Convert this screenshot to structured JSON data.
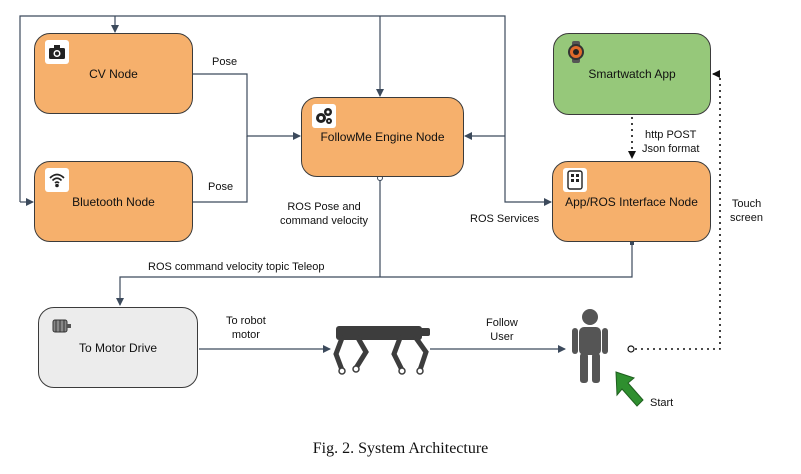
{
  "nodes": {
    "cv": "CV Node",
    "bluetooth": "Bluetooth Node",
    "engine": "FollowMe Engine Node",
    "smartwatch": "Smartwatch App",
    "interface": "App/ROS Interface Node",
    "motor": "To Motor Drive"
  },
  "edge_labels": {
    "pose_cv": "Pose",
    "pose_bt": "Pose",
    "ros_pose_line1": "ROS Pose and",
    "ros_pose_line2": "command velocity",
    "ros_services": "ROS Services",
    "http_line1": "http POST",
    "http_line2": "Json format",
    "touch_line1": "Touch",
    "touch_line2": "screen",
    "teleop": "ROS command velocity topic Teleop",
    "to_robot_line1": "To robot",
    "to_robot_line2": "motor",
    "follow_line1": "Follow",
    "follow_line2": "User",
    "start": "Start"
  },
  "caption": "Fig. 2.  System Architecture",
  "colors": {
    "node_orange": "#f6b06c",
    "node_green": "#96c87a",
    "node_gray": "#ececec",
    "line": "#3c4a5c",
    "start_arrow": "#2f8f2f"
  },
  "icons": {
    "cv": "camera-icon",
    "bluetooth": "wifi-icon",
    "engine": "gears-icon",
    "smartwatch": "smartwatch-icon",
    "interface": "tablet-icon",
    "motor": "motor-icon",
    "robot": "quadruped-robot-icon",
    "user": "person-icon",
    "start": "start-arrow-icon"
  }
}
